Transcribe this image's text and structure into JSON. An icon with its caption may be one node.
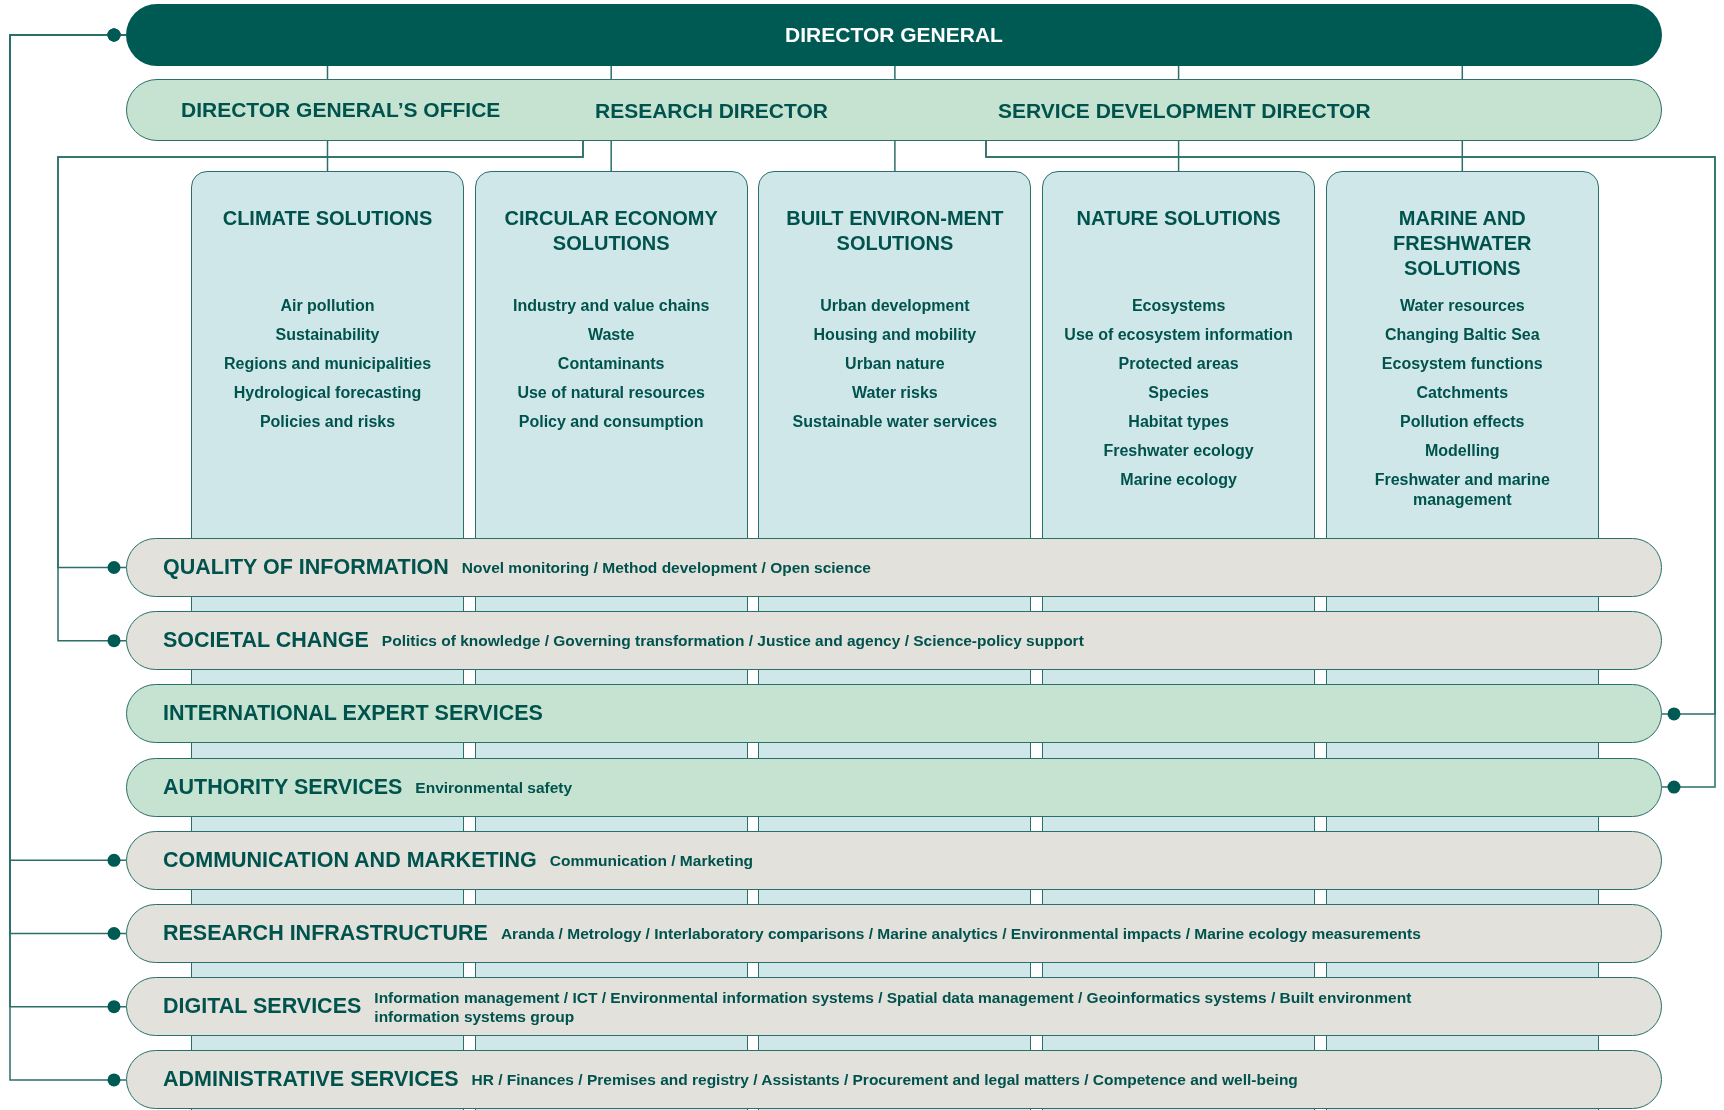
{
  "diagram": {
    "nodes": [
      {
        "text": [
          "DIRECTOR GENERAL"
        ]
      },
      {
        "text": [
          "DIRECTOR GENERAL’S OFFICE"
        ]
      },
      {
        "text": [
          "RESEARCH DIRECTOR"
        ],
        "in": 1
      },
      {
        "text": [
          "SERVICE DEVELOPMENT DIRECTOR"
        ],
        "in": 1
      },
      {
        "text": [
          "CLIMATE SOLUTIONS",
          "Air pollution",
          "Sustainability",
          "Regions and municipalities",
          "Hydrological forecasting",
          "Policies and risks"
        ]
      },
      {
        "text": [
          "CIRCULAR ECONOMY SOLUTIONS",
          "Industry and value chains",
          "Waste",
          "Contaminants",
          "Use of natural resources",
          "Policy and consumption"
        ]
      },
      {
        "text": [
          "BUILT ENVIRON-MENT SOLUTIONS",
          "Urban development",
          "Housing and mobility",
          "Urban nature",
          "Water risks",
          "Sustainable water services"
        ]
      },
      {
        "text": [
          "NATURE SOLUTIONS",
          "Ecosystems",
          "Use of ecosystem information",
          "Protected areas",
          "Species",
          "Habitat types",
          "Freshwater ecology",
          "Marine ecology"
        ]
      },
      {
        "text": [
          "MARINE AND FRESHWATER SOLUTIONS",
          "Water resources",
          "Changing Baltic Sea",
          "Ecosystem functions",
          "Catchments",
          "Pollution effects",
          "Modelling",
          "Freshwater and marine management"
        ]
      },
      {
        "text": [
          "QUALITY OF INFORMATION",
          "Novel monitoring / Method development / Open science"
        ]
      },
      {
        "text": [
          "SOCIETAL CHANGE",
          "Politics of knowledge / Governing transformation / Justice and agency / Science-policy support"
        ]
      },
      {
        "text": [
          "INTERNATIONAL EXPERT SERVICES"
        ]
      },
      {
        "text": [
          "AUTHORITY SERVICES",
          "Environmental safety"
        ]
      },
      {
        "text": [
          "COMMUNICATION AND MARKETING",
          "Communication / Marketing"
        ]
      },
      {
        "text": [
          "RESEARCH INFRASTRUCTURE",
          "Aranda / Metrology / Interlaboratory comparisons / Marine analytics / Environmental impacts / Marine ecology measurements"
        ]
      },
      {
        "text": [
          "DIGITAL SERVICES",
          "Information management / ICT / Environmental information systems / Spatial data management / Geoinformatics systems / Built environment information systems group"
        ]
      },
      {
        "text": [
          "ADMINISTRATIVE SERVICES",
          "HR / Finances / Premises and registry / Assistants / Procurement and legal matters / Competence and well-being"
        ]
      }
    ],
    "edges": [
      {
        "from": 0,
        "to": 4,
        "arrow": "none"
      },
      {
        "from": 0,
        "to": 5,
        "arrow": "none"
      },
      {
        "from": 0,
        "to": 6,
        "arrow": "none"
      },
      {
        "from": 0,
        "to": 7,
        "arrow": "none"
      },
      {
        "from": 0,
        "to": 8,
        "arrow": "none"
      },
      {
        "from": 0,
        "to": 13,
        "arrow": "other"
      },
      {
        "from": 0,
        "to": 14,
        "arrow": "other"
      },
      {
        "from": 0,
        "to": 15,
        "arrow": "other"
      },
      {
        "from": 0,
        "to": 16,
        "arrow": "other"
      },
      {
        "from": 2,
        "to": 9,
        "arrow": "other"
      },
      {
        "from": 2,
        "to": 10,
        "arrow": "other"
      },
      {
        "from": 3,
        "to": 11,
        "arrow": "other"
      },
      {
        "from": 3,
        "to": 12,
        "arrow": "other"
      }
    ]
  }
}
